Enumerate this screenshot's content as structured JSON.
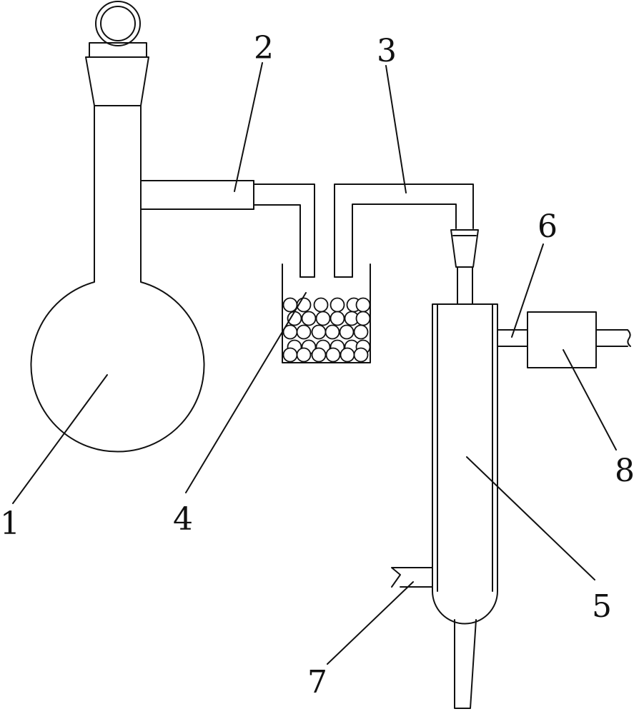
{
  "labels": {
    "flask": "1",
    "side_arm": "2",
    "connecting_tube": "3",
    "filter_vessel": "4",
    "condenser": "5",
    "upper_port": "6",
    "lower_port": "7",
    "pump_box": "8"
  },
  "colors": {
    "stroke": "#111111",
    "background": "#ffffff"
  }
}
